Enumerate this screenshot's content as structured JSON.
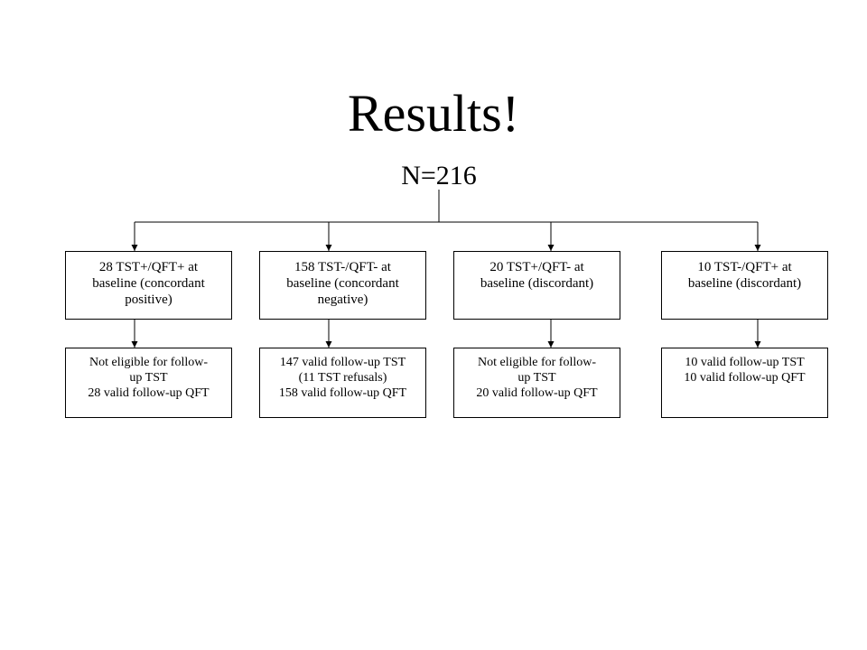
{
  "title": "Results!",
  "root": {
    "label": "N=216"
  },
  "baseline": [
    {
      "lines": [
        "28 TST+/QFT+ at",
        "baseline (concordant",
        "positive)"
      ]
    },
    {
      "lines": [
        "158 TST-/QFT- at",
        "baseline (concordant",
        "negative)"
      ]
    },
    {
      "lines": [
        "20 TST+/QFT- at",
        "baseline (discordant)"
      ]
    },
    {
      "lines": [
        "10 TST-/QFT+ at",
        "baseline (discordant)"
      ]
    }
  ],
  "followup": [
    {
      "lines": [
        "Not eligible for follow-",
        "up TST",
        "28 valid follow-up QFT"
      ]
    },
    {
      "lines": [
        "147 valid follow-up TST",
        "(11 TST refusals)",
        "158 valid follow-up QFT"
      ]
    },
    {
      "lines": [
        "Not eligible for follow-",
        "up TST",
        "20 valid follow-up QFT"
      ]
    },
    {
      "lines": [
        "10 valid follow-up TST",
        "10 valid follow-up QFT"
      ]
    }
  ],
  "colors": {
    "stroke": "#000000",
    "background": "#ffffff",
    "text": "#000000"
  }
}
